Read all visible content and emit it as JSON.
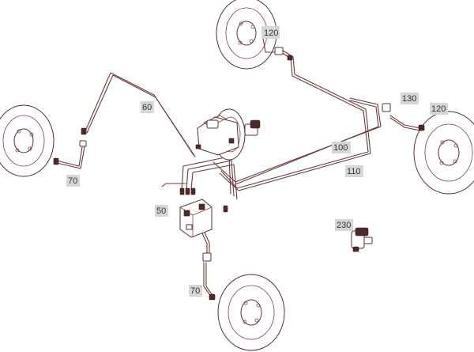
{
  "callouts": {
    "c120_top": "120",
    "c60": "60",
    "c130": "130",
    "c120_right": "120",
    "c100": "100",
    "c110": "110",
    "c70_left": "70",
    "c50": "50",
    "c230": "230",
    "c70_bottom": "70"
  },
  "colors": {
    "line": "#6b3a3a",
    "callout_bg": "#d6d6d6",
    "background": "#ffffff"
  }
}
